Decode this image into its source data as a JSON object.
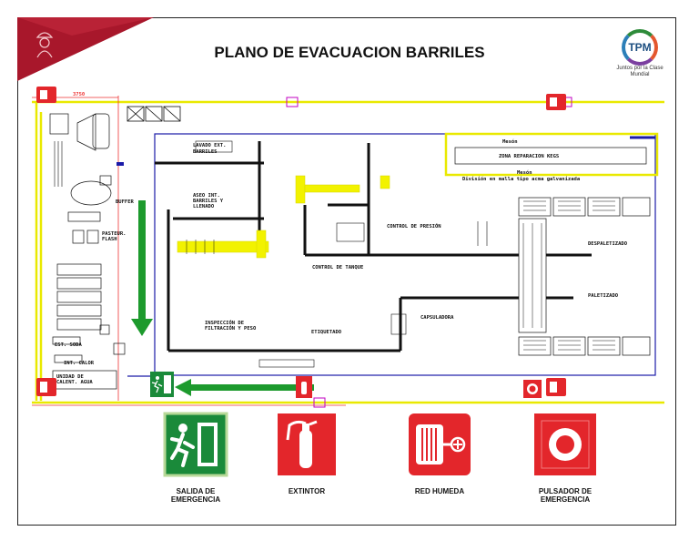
{
  "header": {
    "title": "PLANO DE EVACUACION BARRILES",
    "logo_text": "TPM",
    "logo_tagline": "Juntos por la Clase Mundial"
  },
  "plan_labels": {
    "lavado_ext": "LAVADO EXT.",
    "barriles": "BARRILES",
    "meson_top": "Mesón",
    "zona_reparacion": "ZONA REPARACION KEGS",
    "meson_bottom": "Mesón",
    "division": "División en malla tipo acma galvanizada",
    "aseo_int": "ASEO INT.",
    "barriles_y": "BARRILES Y",
    "llenado": "LLENADO",
    "control_presion": "CONTROL DE PRESIÓN",
    "control_tanque": "CONTROL DE TANQUE",
    "despaletizado": "DESPALETIZADO",
    "paletizado": "PALETIZADO",
    "capsuladora": "CAPSULADORA",
    "inspeccion_1": "INSPECCIÓN DE",
    "inspeccion_2": "FILTRACIÓN Y PESO",
    "etiquetado": "ETIQUETADO",
    "buffer": "BUFFER",
    "pasteur": "PASTEUR.",
    "flash": "FLASH",
    "est_soda": "EST. SODA",
    "calor": "INT. CALOR",
    "unidad": "UNIDAD DE",
    "unidad_2": "CALENT. AGUA",
    "dim": "3750"
  },
  "legend": [
    {
      "key": "salida",
      "label_1": "SALIDA DE",
      "label_2": "EMERGENCIA"
    },
    {
      "key": "extintor",
      "label_1": "EXTINTOR",
      "label_2": ""
    },
    {
      "key": "red",
      "label_1": "RED HUMEDA",
      "label_2": ""
    },
    {
      "key": "pulsador",
      "label_1": "PULSADOR DE",
      "label_2": "EMERGENCIA"
    }
  ],
  "colors": {
    "brand_red": "#a8172b",
    "sign_green": "#1a8a3a",
    "sign_red": "#e3262b",
    "route_green": "#1d9a2d",
    "wall_yellow": "#e9e900",
    "plan_blue": "#1a1aa8"
  },
  "icons": {
    "corner": "hardhat-worker-icon",
    "exit": "running-man-exit-icon",
    "extinguisher": "fire-extinguisher-icon",
    "hose": "fire-hose-reel-icon",
    "alarm": "alarm-button-icon",
    "arrow": "evacuation-arrow-icon"
  }
}
